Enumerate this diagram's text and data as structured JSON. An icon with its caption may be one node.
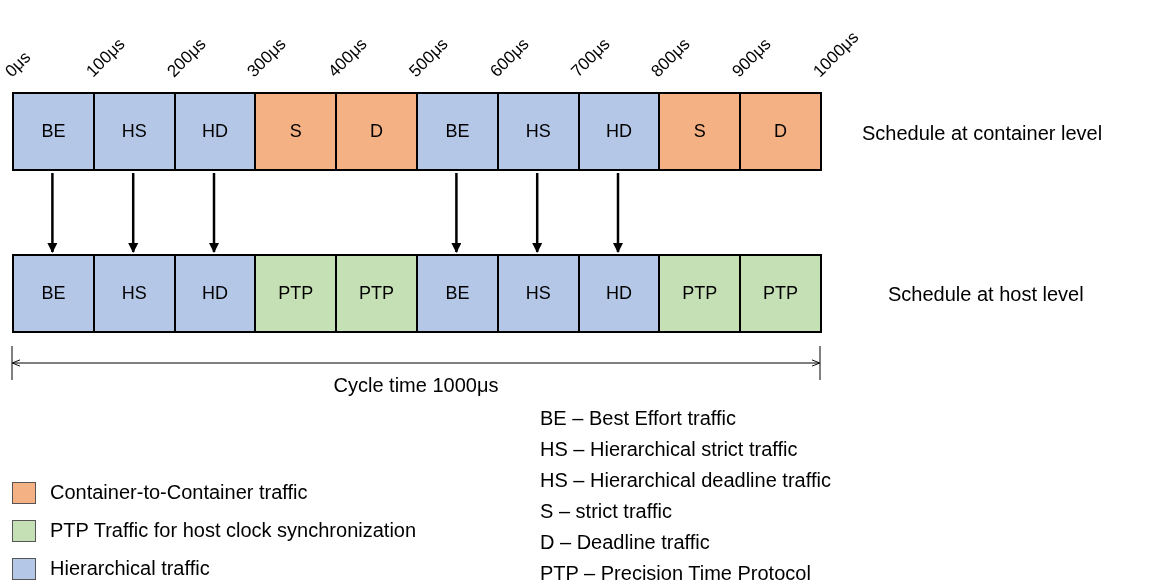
{
  "diagram": {
    "nodes": [
      {
        "text": [
          "BE"
        ]
      },
      {
        "text": [
          "HS"
        ]
      },
      {
        "text": [
          "HD"
        ]
      },
      {
        "text": [
          "S"
        ]
      },
      {
        "text": [
          "D"
        ]
      },
      {
        "text": [
          "BE"
        ]
      },
      {
        "text": [
          "HS"
        ]
      },
      {
        "text": [
          "HD"
        ]
      },
      {
        "text": [
          "S"
        ]
      },
      {
        "text": [
          "D"
        ]
      },
      {
        "text": [
          "BE"
        ]
      },
      {
        "text": [
          "HS"
        ]
      },
      {
        "text": [
          "HD"
        ]
      },
      {
        "text": [
          "PTP"
        ]
      },
      {
        "text": [
          "PTP"
        ]
      },
      {
        "text": [
          "BE"
        ]
      },
      {
        "text": [
          "HS"
        ]
      },
      {
        "text": [
          "HD"
        ]
      },
      {
        "text": [
          "PTP"
        ]
      },
      {
        "text": [
          "PTP"
        ]
      }
    ],
    "edges": [
      {
        "from": 0,
        "to": 10,
        "arrow": "to"
      },
      {
        "from": 1,
        "to": 11,
        "arrow": "to"
      },
      {
        "from": 2,
        "to": 12,
        "arrow": "to"
      },
      {
        "from": 5,
        "to": 15,
        "arrow": "to"
      },
      {
        "from": 6,
        "to": 16,
        "arrow": "to"
      },
      {
        "from": 7,
        "to": 17,
        "arrow": "to"
      }
    ],
    "labels": [
      "0μs",
      "100μs",
      "200μs",
      "300μs",
      "400μs",
      "500μs",
      "600μs",
      "700μs",
      "800μs",
      "900μs",
      "1000μs",
      "Schedule at container level",
      "Schedule at host level",
      "Cycle time 1000μs",
      "BE – Best Effort traffic",
      "HS – Hierarchical strict traffic",
      "HS – Hierarchical deadline traffic",
      "S – strict traffic",
      "D – Deadline traffic",
      "PTP – Precision Time Protocol"
    ],
    "legend": [
      {
        "text": "Container-to-Container traffic",
        "color": "#f4b183"
      },
      {
        "text": "PTP Traffic for host clock synchronization",
        "color": "#c5e0b4"
      },
      {
        "text": "Hierarchical traffic",
        "color": "#b4c7e7"
      }
    ]
  }
}
